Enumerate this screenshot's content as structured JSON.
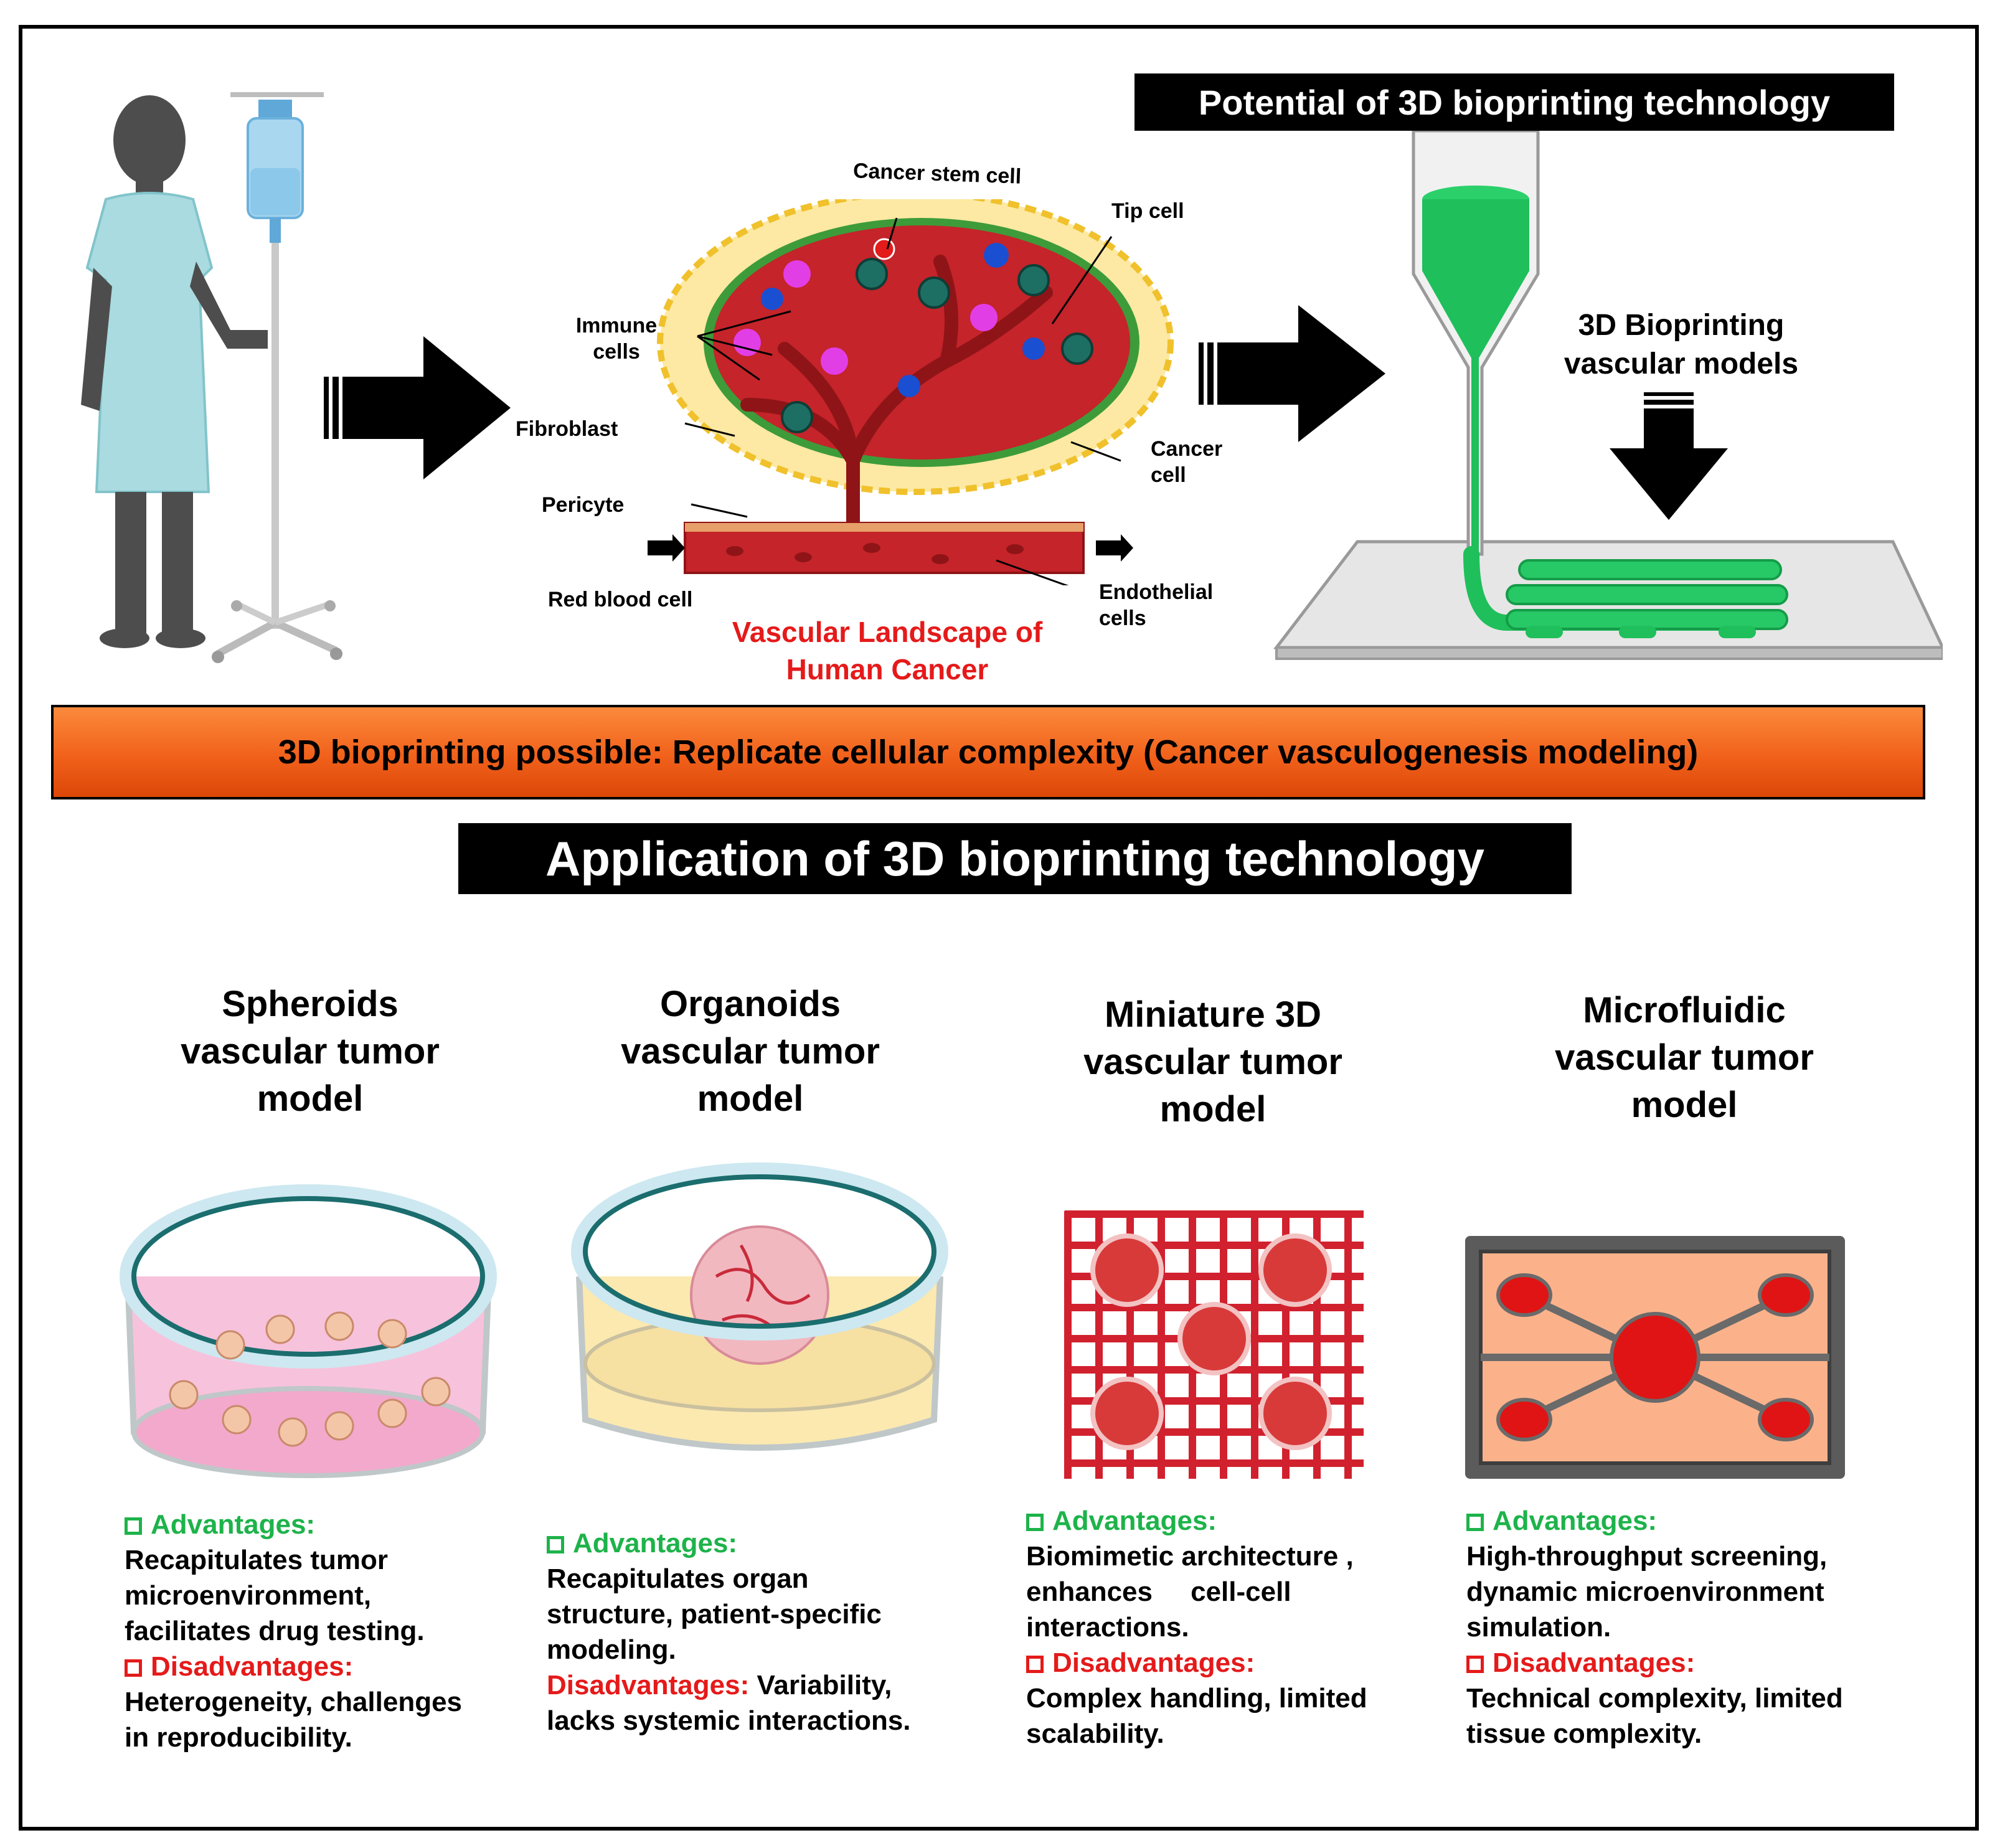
{
  "top": {
    "potential_banner": "Potential of 3D bioprinting technology",
    "tumor_labels": {
      "cancer_stem_cell": "Cancer stem cell",
      "tip_cell": "Tip cell",
      "immune_cells": "Immune cells",
      "fibroblast": "Fibroblast",
      "cancer_cell": "Cancer cell",
      "pericyte": "Pericyte",
      "red_blood_cell": "Red blood cell",
      "endothelial_cells": "Endothelial cells"
    },
    "vascular_caption_line1": "Vascular Landscape of",
    "vascular_caption_line2": "Human Cancer",
    "bioprinting_models_line1": "3D Bioprinting",
    "bioprinting_models_line2": "vascular models"
  },
  "orange_banner": "3D bioprinting  possible: Replicate cellular complexity (Cancer vasculogenesis modeling)",
  "application_banner": "Application of 3D bioprinting technology",
  "models": [
    {
      "title_line1": "Spheroids",
      "title_line2": "vascular tumor",
      "title_line3": "model",
      "adv_label": "Advantages:",
      "adv_line1": "Recapitulates tumor",
      "adv_line2": "microenvironment,",
      "adv_line3": "facilitates drug testing.",
      "dis_label": "Disadvantages:",
      "dis_line1": "Heterogeneity, challenges",
      "dis_line2": "in reproducibility."
    },
    {
      "title_line1": "Organoids",
      "title_line2": "vascular tumor",
      "title_line3": "model",
      "adv_label": "Advantages:",
      "adv_line1": "Recapitulates organ",
      "adv_line2": "structure, patient-specific",
      "adv_line3": "modeling.",
      "dis_label": "Disadvantages:",
      "dis_inline": "Variability,",
      "dis_line2": "lacks systemic interactions."
    },
    {
      "title_line1": "Miniature 3D",
      "title_line2": "vascular tumor",
      "title_line3": "model",
      "adv_label": "Advantages:",
      "adv_line1": "Biomimetic architecture ,",
      "adv_line2": "enhances     cell-cell",
      "adv_line3": "interactions.",
      "dis_label": "Disadvantages:",
      "dis_line1": "Complex handling, limited",
      "dis_line2": "scalability."
    },
    {
      "title_line1": "Microfluidic",
      "title_line2": "vascular tumor",
      "title_line3": "model",
      "adv_label": "Advantages:",
      "adv_line1": "High-throughput screening,",
      "adv_line2": "dynamic microenvironment",
      "adv_line3": "simulation.",
      "dis_label": "Disadvantages:",
      "dis_line1": "Technical complexity, limited",
      "dis_line2": "tissue complexity."
    }
  ],
  "colors": {
    "advantage": "#1db34a",
    "disadvantage": "#e51a1a",
    "orange": "#f1611b",
    "bioink_green": "#1fbf5b",
    "tumor_red": "#c4242a"
  }
}
